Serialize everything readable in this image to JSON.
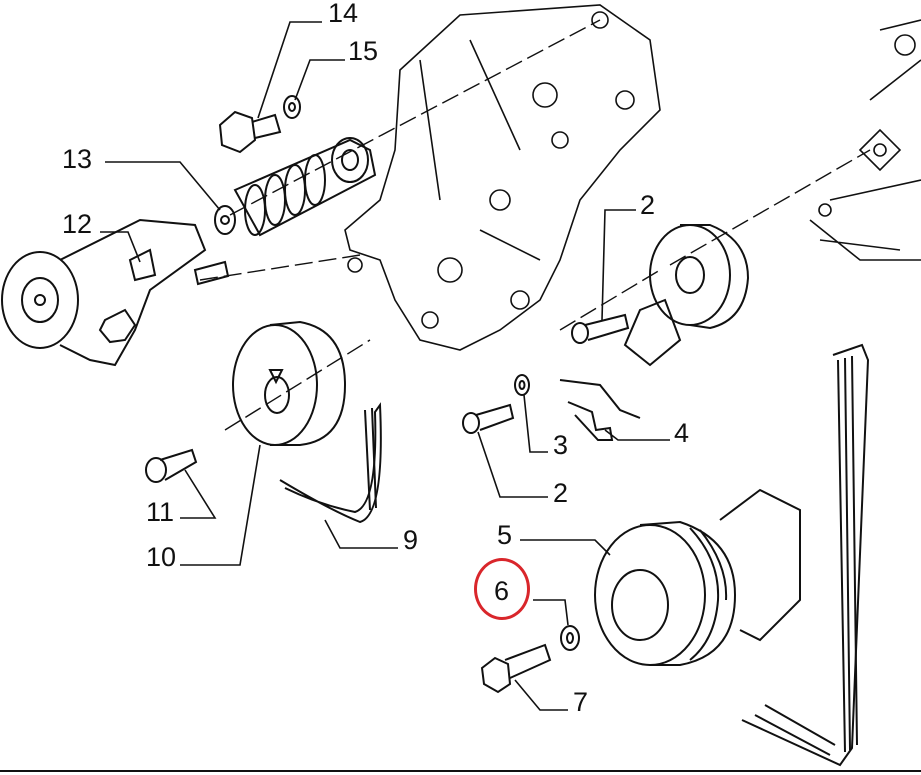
{
  "diagram": {
    "callouts": [
      {
        "id": "14",
        "text": "14"
      },
      {
        "id": "15",
        "text": "15"
      },
      {
        "id": "13",
        "text": "13"
      },
      {
        "id": "12",
        "text": "12"
      },
      {
        "id": "2a",
        "text": "2"
      },
      {
        "id": "2b",
        "text": "2"
      },
      {
        "id": "3",
        "text": "3"
      },
      {
        "id": "4",
        "text": "4"
      },
      {
        "id": "11",
        "text": "11"
      },
      {
        "id": "10",
        "text": "10"
      },
      {
        "id": "9",
        "text": "9"
      },
      {
        "id": "5",
        "text": "5"
      },
      {
        "id": "6",
        "text": "6"
      },
      {
        "id": "7",
        "text": "7"
      }
    ],
    "highlight_color": "#d9262b",
    "highlighted_callout": "6"
  }
}
